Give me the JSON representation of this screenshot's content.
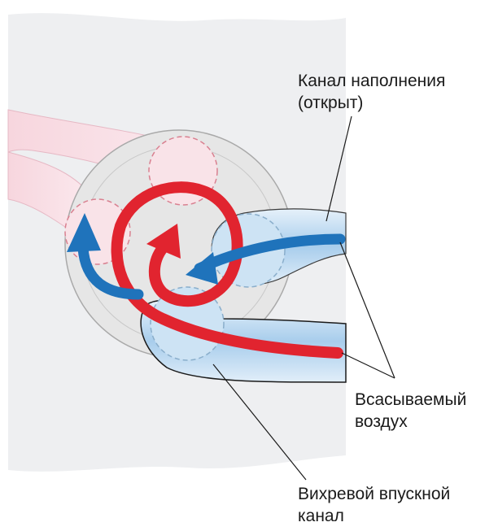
{
  "labels": {
    "filling_channel_line1": "Канал наполнения",
    "filling_channel_line2": "(открыт)",
    "intake_air_line1": "Всасываемый",
    "intake_air_line2": "воздух",
    "swirl_channel_line1": "Вихревой впускной",
    "swirl_channel_line2": "канал"
  },
  "colors": {
    "background_panel": "#eeeff1",
    "cylinder_fill": "#e6e6e6",
    "cylinder_outline": "#a9a9a9",
    "exhaust_pink": "#f8dde4",
    "valve_outline_red": "#d98090",
    "intake_blue_light": "#cde3f4",
    "intake_blue_mid": "#9cc7ea",
    "air_flow_blue": "#1f73bb",
    "swirl_red": "#e1242f",
    "text": "#1a1a1a"
  }
}
